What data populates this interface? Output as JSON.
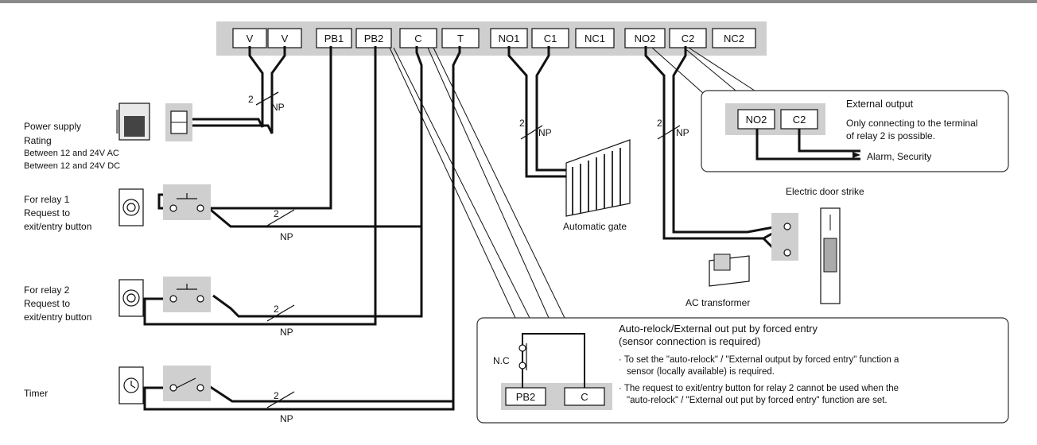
{
  "terminals": [
    "V",
    "V",
    "PB1",
    "PB2",
    "C",
    "T",
    "NO1",
    "C1",
    "NC1",
    "NO2",
    "C2",
    "NC2"
  ],
  "wire_count": "2",
  "wire_type": "NP",
  "power_supply": {
    "title": "Power supply",
    "rating_label": "Rating",
    "rating_ac": "Between 12 and 24V AC",
    "rating_dc": "Between 12 and 24V DC"
  },
  "relay1": {
    "line1": "For relay 1",
    "line2": "Request to",
    "line3": "exit/entry button"
  },
  "relay2": {
    "line1": "For relay 2",
    "line2": "Request to",
    "line3": "exit/entry button"
  },
  "timer": {
    "label": "Timer"
  },
  "automatic_gate": "Automatic gate",
  "electric_door_strike": "Electric door strike",
  "ac_transformer": "AC transformer",
  "external_output": {
    "title": "External output",
    "desc_line1": "Only connecting to the terminal",
    "desc_line2": "of relay 2 is possible.",
    "terminals": [
      "NO2",
      "C2"
    ],
    "target": "Alarm, Security"
  },
  "auto_relock": {
    "title1": "Auto-relock/External out put by forced entry",
    "title2": "(sensor connection is required)",
    "note1_a": "· To set  the \"auto-relock\" / \"External output by forced entry\" function a",
    "note1_b": "sensor (locally available) is required.",
    "note2_a": "· The request to exit/entry button for relay 2 cannot be used when the",
    "note2_b": "\"auto-relock\" / \"External out put by forced entry\" function are set.",
    "nc_label": "N.C",
    "terminals": [
      "PB2",
      "C"
    ]
  },
  "colors": {
    "terminal_bg": "#cfcfcf",
    "wire": "#111111",
    "panel_border": "#333333"
  }
}
